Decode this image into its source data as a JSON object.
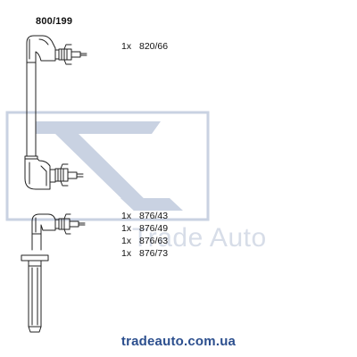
{
  "diagram": {
    "set_number": "800/199",
    "parts": [
      {
        "qty": "1x",
        "code": "820/66"
      },
      {
        "qty": "1x",
        "code": "876/43"
      },
      {
        "qty": "1x",
        "code": "876/49"
      },
      {
        "qty": "1x",
        "code": "876/63"
      },
      {
        "qty": "1x",
        "code": "876/73"
      }
    ]
  },
  "watermark": {
    "text": "Trade Auto",
    "color": "#d7dde8"
  },
  "footer": {
    "website": "tradeauto.com.ua",
    "color": "#2c4f8e"
  }
}
